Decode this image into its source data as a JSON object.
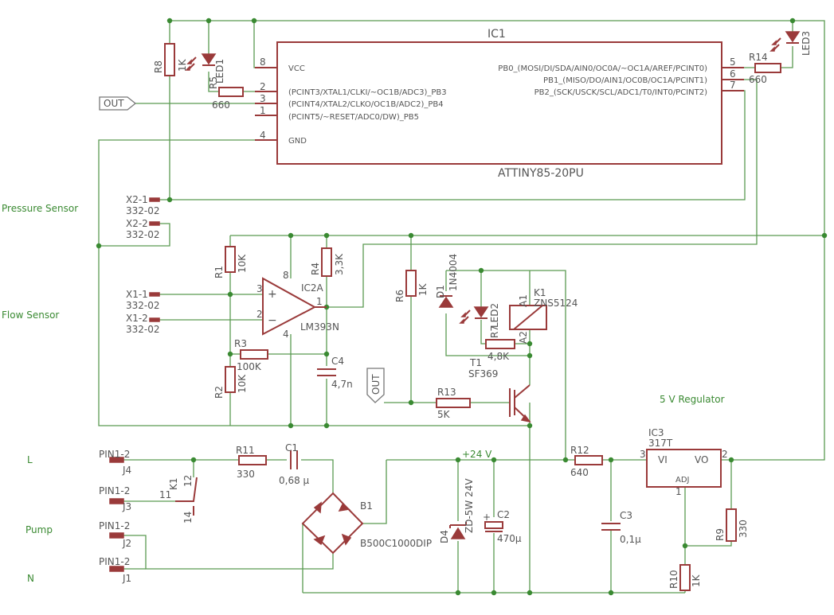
{
  "ic1": {
    "name": "IC1",
    "part": "ATTINY85-20PU",
    "left_pins": [
      {
        "num": "8",
        "label": "VCC"
      },
      {
        "num": "2",
        "label": "(PCINT3/XTAL1/CLKI/~OC1B/ADC3)_PB3"
      },
      {
        "num": "3",
        "label": "(PCINT4/XTAL2/CLKO/OC1B/ADC2)_PB4"
      },
      {
        "num": "1",
        "label": "(PCINT5/~RESET/ADC0/DW)_PB5"
      },
      {
        "num": "4",
        "label": "GND"
      }
    ],
    "right_pins": [
      {
        "num": "5",
        "label": "PB0_(MOSI/DI/SDA/AIN0/OC0A/~OC1A/AREF/PCINT0)"
      },
      {
        "num": "6",
        "label": "PB1_(MISO/DO/AIN1/OC0B/OC1A/PCINT1)"
      },
      {
        "num": "7",
        "label": "PB2_(SCK/USCK/SCL/ADC1/T0/INT0/PCINT2)"
      }
    ]
  },
  "opamp": {
    "name": "IC2A",
    "part": "LM393N",
    "pin_plus": "3",
    "pin_minus": "2",
    "pin_out": "1",
    "pin_vcc": "8",
    "pin_gnd": "4",
    "plus_sign": "+",
    "minus_sign": "−"
  },
  "regulator": {
    "name": "IC3",
    "part": "317T",
    "vi": "VI",
    "vo": "VO",
    "adj": "ADJ",
    "pin_in": "3",
    "pin_out": "2",
    "pin_adj": "1"
  },
  "resistors": {
    "R1": {
      "name": "R1",
      "value": "10K"
    },
    "R2": {
      "name": "R2",
      "value": "10K"
    },
    "R3": {
      "name": "R3",
      "value": "100K"
    },
    "R4": {
      "name": "R4",
      "value": "3,3K"
    },
    "R5": {
      "name": "R5",
      "value": "660"
    },
    "R6": {
      "name": "R6",
      "value": "1K"
    },
    "R7": {
      "name": "R7",
      "value": "4,8K"
    },
    "R8": {
      "name": "R8",
      "value": "1K"
    },
    "R9": {
      "name": "R9",
      "value": "330"
    },
    "R10": {
      "name": "R10",
      "value": "1K"
    },
    "R11": {
      "name": "R11",
      "value": "330"
    },
    "R12": {
      "name": "R12",
      "value": "640"
    },
    "R13": {
      "name": "R13",
      "value": "5K"
    },
    "R14": {
      "name": "R14",
      "value": "660"
    }
  },
  "capacitors": {
    "C1": {
      "name": "C1",
      "value": "0,68 µ"
    },
    "C2": {
      "name": "C2",
      "value": "470µ"
    },
    "C3": {
      "name": "C3",
      "value": "0,1µ"
    },
    "C4": {
      "name": "C4",
      "value": "4,7n"
    }
  },
  "diodes": {
    "D1": {
      "name": "D1",
      "value": "1N4004"
    },
    "D4": {
      "name": "D4",
      "value": "ZD-5W 24V"
    }
  },
  "leds": {
    "LED1": "LED1",
    "LED2": "LED2",
    "LED3": "LED3"
  },
  "relay": {
    "name": "K1",
    "part": "ZNS5124",
    "a1": "A1",
    "a2": "A2",
    "k1_label": "K1",
    "pin11": "11",
    "pin12": "12",
    "pin14": "14"
  },
  "transistor": {
    "name": "T1",
    "part": "SF369"
  },
  "bridge": {
    "name": "B1",
    "part": "B500C1000DIP"
  },
  "connectors": {
    "x2_1": {
      "name": "X2-1",
      "part": "332-02"
    },
    "x2_2": {
      "name": "X2-2",
      "part": "332-02"
    },
    "x1_1": {
      "name": "X1-1",
      "part": "332-02"
    },
    "x1_2": {
      "name": "X1-2",
      "part": "332-02"
    },
    "j4": {
      "name": "J4",
      "part": "PIN1-2"
    },
    "j3": {
      "name": "J3",
      "part": "PIN1-2"
    },
    "j2": {
      "name": "J2",
      "part": "PIN1-2"
    },
    "j1": {
      "name": "J1",
      "part": "PIN1-2"
    }
  },
  "labels": {
    "pressure_sensor": "Pressure Sensor",
    "flow_sensor": "Flow Sensor",
    "regulator_5v": "5 V Regulator",
    "net_l": "L",
    "net_pump": "Pump",
    "net_n": "N",
    "supply_24v": "+24 V",
    "out_flag_top": "OUT",
    "out_flag_mid": "OUT",
    "plus_sign": "+"
  },
  "colors": {
    "wire": "#5a9a52",
    "part": "#9a3a3a",
    "text": "#555555",
    "label": "#3a8a32"
  }
}
